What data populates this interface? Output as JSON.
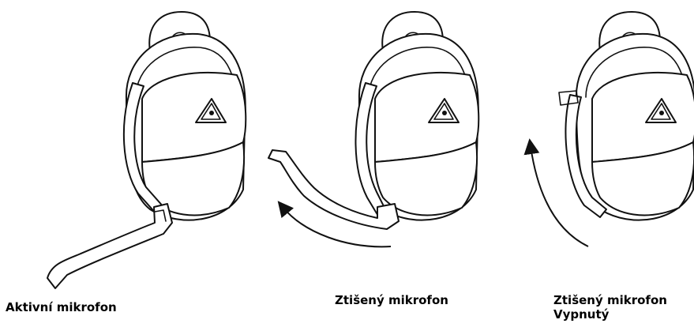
{
  "captions": {
    "active": "Aktivní mikrofon",
    "muted": "Ztišený mikrofon",
    "off_line1": "Ztišený mikrofon",
    "off_line2": "Vypnutý"
  },
  "icons": {
    "warning": "laser-warning-triangle-icon",
    "arrow": "rotation-arrow-icon"
  },
  "colors": {
    "line": "#111111",
    "background": "#ffffff"
  }
}
